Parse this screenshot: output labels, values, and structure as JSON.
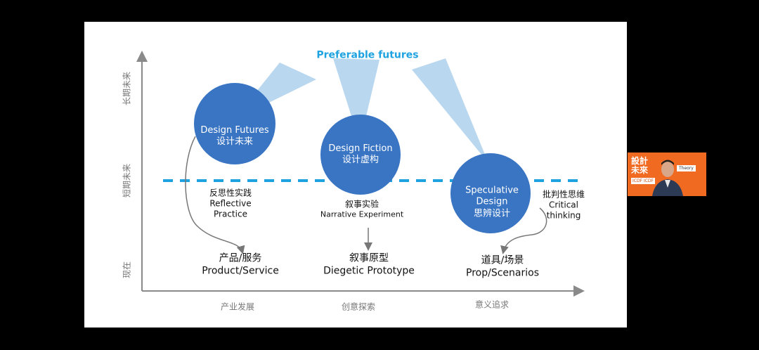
{
  "diagram": {
    "top_label": "Preferable futures",
    "y_axis": {
      "top": "长期未来",
      "middle": "短期未来",
      "bottom": "现在"
    },
    "x_axis": {
      "left": "产业发展",
      "middle": "创意探索",
      "right": "意义追求"
    },
    "circles": [
      {
        "en": "Design Futures",
        "zh": "设计未来"
      },
      {
        "en": "Design Fiction",
        "zh": "设计虚构"
      },
      {
        "en_line1": "Speculative",
        "en_line2": "Design",
        "zh": "思辨设计"
      }
    ],
    "methods": [
      {
        "zh": "反思性实践",
        "en_line1": "Reflective",
        "en_line2": "Practice"
      },
      {
        "zh": "叙事实验",
        "en": "Narrative Experiment"
      },
      {
        "zh": "批判性思维",
        "en_line1": "Critical",
        "en_line2": "thinking"
      }
    ],
    "outcomes": [
      {
        "zh": "产品/服务",
        "en": "Product/Service"
      },
      {
        "zh": "叙事原型",
        "en": "Diegetic Prototype"
      },
      {
        "zh": "道具/场景",
        "en": "Prop/Scenarios"
      }
    ],
    "colors": {
      "circle": "#3a75c4",
      "beam": "#b9d7ef",
      "dashed_line": "#1fa3e0",
      "axis": "#8a8a8a"
    }
  },
  "video_overlay": {
    "logo_line1": "設計",
    "logo_line2": "未來",
    "badge": "ICDF ICDF",
    "tag": "Theory",
    "background": "#f06a22"
  }
}
